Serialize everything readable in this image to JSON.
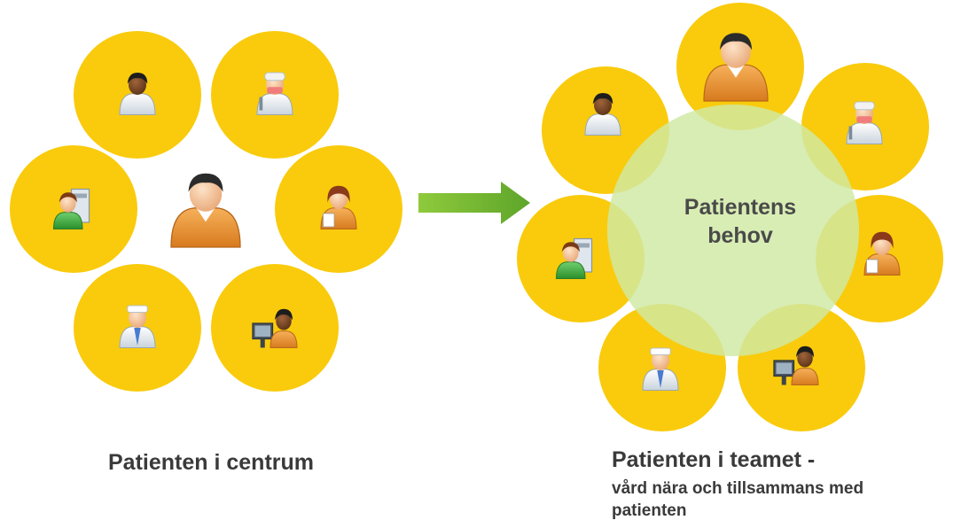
{
  "left_group": {
    "caption": "Patienten i centrum",
    "center_icon": "patient-icon",
    "circle_icons": [
      "doctor-icon",
      "surgeon-icon",
      "nurse-writing-icon",
      "receptionist-computer-icon",
      "nurse-icon",
      "office-worker-icon"
    ]
  },
  "right_group": {
    "caption": "Patienten i teamet  -",
    "subcaption_line1": "vård nära och tillsammans med",
    "subcaption_line2": "patienten",
    "center_label_line1": "Patientens",
    "center_label_line2": "behov",
    "circle_icons": [
      "patient-icon",
      "surgeon-icon",
      "nurse-writing-icon",
      "receptionist-computer-icon",
      "nurse-icon",
      "office-worker-icon",
      "doctor-icon"
    ]
  },
  "colors": {
    "circle_yellow": "#f9cb0c",
    "center_green": "#cfe9a4",
    "arrow_green": "#74b52b",
    "text": "#3a3a3a"
  }
}
